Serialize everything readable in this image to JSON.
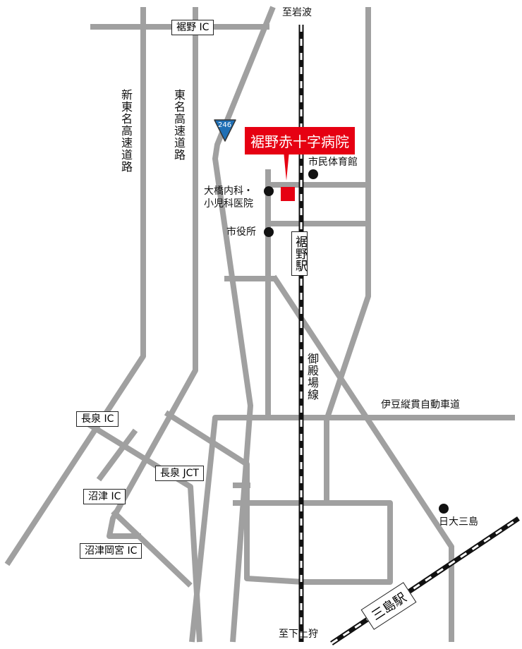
{
  "hospital": {
    "name": "裾野赤十字病院",
    "color": "#e60012"
  },
  "route_shield": {
    "number": "246",
    "color": "#1f6fb5"
  },
  "interchanges": {
    "susono_ic": "裾野 IC",
    "nagaizumi_ic": "長泉 IC",
    "nagaizumi_jct": "長泉 JCT",
    "numazu_ic": "沼津 IC",
    "numazu_okamiya_ic": "沼津岡宮 IC"
  },
  "roads": {
    "shin_tomei": "新東名高速道路",
    "tomei": "東名高速道路",
    "izu_jukan": "伊豆縦貫自動車道",
    "gotemba_line": "御殿場線"
  },
  "directions": {
    "north": "至岩波",
    "south": "至下土狩"
  },
  "stations": {
    "susono": "裾野駅",
    "mishima": "三島駅"
  },
  "landmarks": {
    "gym": "市民体育館",
    "clinic_line1": "大橋内科・",
    "clinic_line2": "小児科医院",
    "city_hall": "市役所",
    "nichidai": "日大三島"
  },
  "colors": {
    "road": "#a0a0a0",
    "rail": "#111111"
  }
}
